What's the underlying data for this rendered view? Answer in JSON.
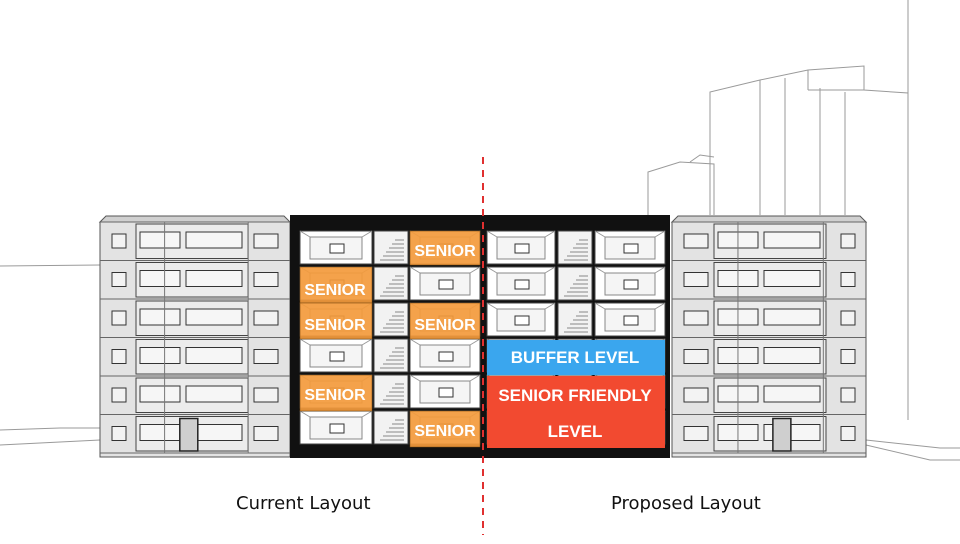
{
  "colors": {
    "senior": "#f39a3c",
    "buffer": "#3aa6ee",
    "senior_friendly": "#f24a30",
    "divider": "#e03030",
    "facade_fill": "#e3e3e3",
    "frame": "#111111",
    "unit_fill": "#ffffff"
  },
  "diagram": {
    "senior_label": "SENIOR",
    "buffer_label": "BUFFER LEVEL",
    "senior_friendly_line1": "SENIOR FRIENDLY",
    "senior_friendly_line2": "LEVEL",
    "current_layout": "Current Layout",
    "proposed_layout": "Proposed Layout"
  }
}
